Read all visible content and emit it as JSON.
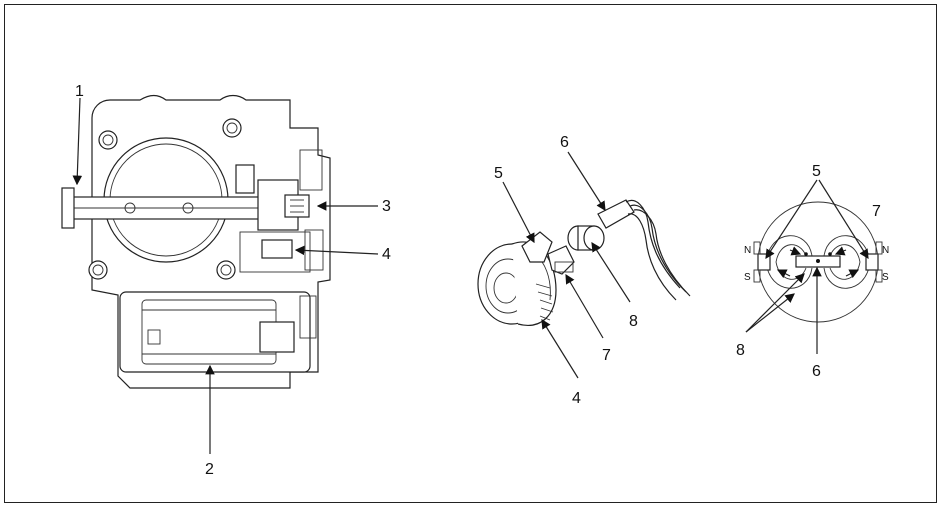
{
  "labels": {
    "left": {
      "l1": "1",
      "l2": "2",
      "l3": "3",
      "l4": "4"
    },
    "middle": {
      "l4": "4",
      "l5": "5",
      "l6": "6",
      "l7": "7",
      "l8": "8"
    },
    "right": {
      "l5": "5",
      "l6": "6",
      "l7": "7",
      "l8": "8"
    },
    "poles": {
      "n_left": "N",
      "s_left": "S",
      "n_right": "N",
      "s_right": "S"
    }
  }
}
